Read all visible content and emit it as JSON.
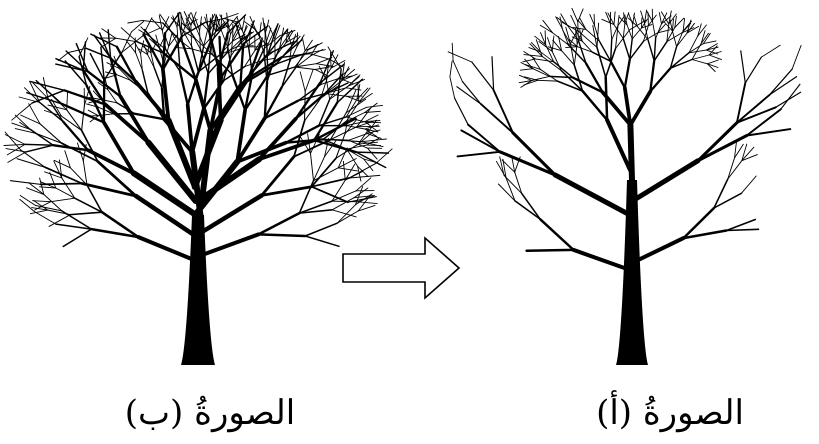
{
  "figure": {
    "left_caption": "الصورةُ (ب)",
    "right_caption": "الصورةُ (أ)",
    "arrow_direction": "left-to-right"
  },
  "trees": [
    {
      "id": "tree-b",
      "kind": "dense-full-crown"
    },
    {
      "id": "tree-a",
      "kind": "sparse-pruned-crown"
    }
  ],
  "colors": {
    "ink": "#000000",
    "arrow_fill": "#ffffff",
    "background": "#ffffff"
  }
}
